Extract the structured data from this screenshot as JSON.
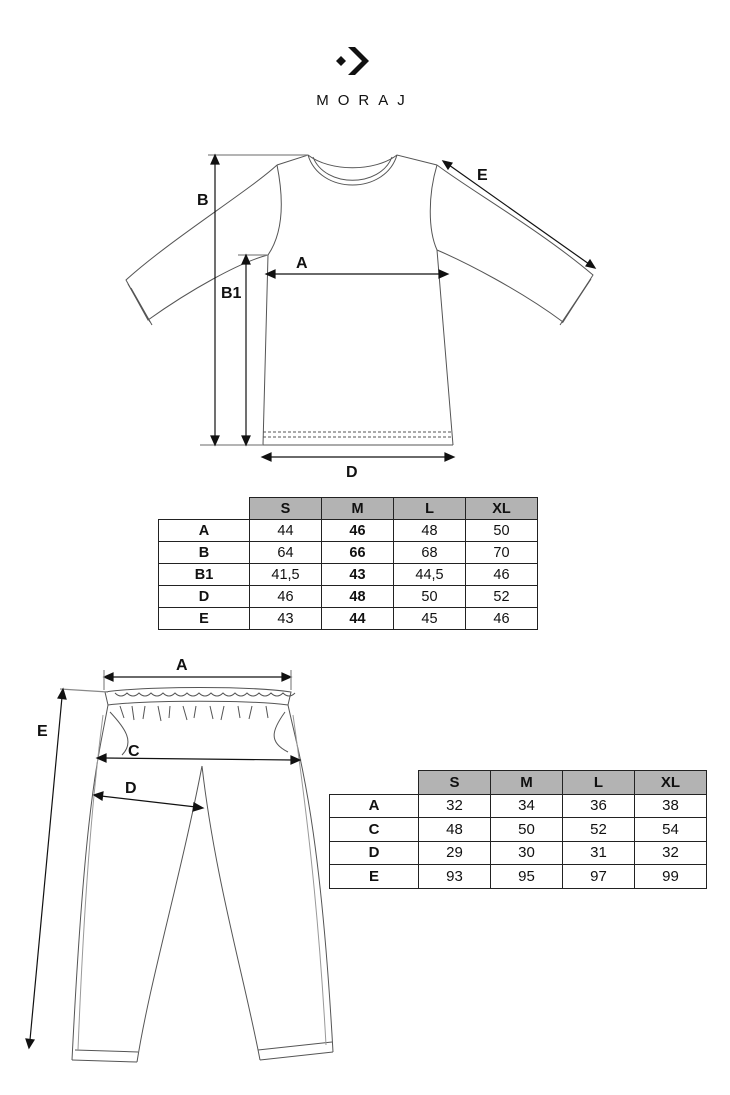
{
  "brand": {
    "name": "MORAJ"
  },
  "top_diagram": {
    "labels": {
      "A": "A",
      "B": "B",
      "B1": "B1",
      "D": "D",
      "E": "E"
    }
  },
  "top_table": {
    "columns": [
      "S",
      "M",
      "L",
      "XL"
    ],
    "rows": [
      {
        "label": "A",
        "values": [
          "44",
          "46",
          "48",
          "50"
        ]
      },
      {
        "label": "B",
        "values": [
          "64",
          "66",
          "68",
          "70"
        ]
      },
      {
        "label": "B1",
        "values": [
          "41,5",
          "43",
          "44,5",
          "46"
        ]
      },
      {
        "label": "D",
        "values": [
          "46",
          "48",
          "50",
          "52"
        ]
      },
      {
        "label": "E",
        "values": [
          "43",
          "44",
          "45",
          "46"
        ]
      }
    ]
  },
  "bottom_diagram": {
    "labels": {
      "A": "A",
      "C": "C",
      "D": "D",
      "E": "E"
    }
  },
  "bottom_table": {
    "columns": [
      "S",
      "M",
      "L",
      "XL"
    ],
    "rows": [
      {
        "label": "A",
        "values": [
          "32",
          "34",
          "36",
          "38"
        ]
      },
      {
        "label": "C",
        "values": [
          "48",
          "50",
          "52",
          "54"
        ]
      },
      {
        "label": "D",
        "values": [
          "29",
          "30",
          "31",
          "32"
        ]
      },
      {
        "label": "E",
        "values": [
          "93",
          "95",
          "97",
          "99"
        ]
      }
    ]
  }
}
